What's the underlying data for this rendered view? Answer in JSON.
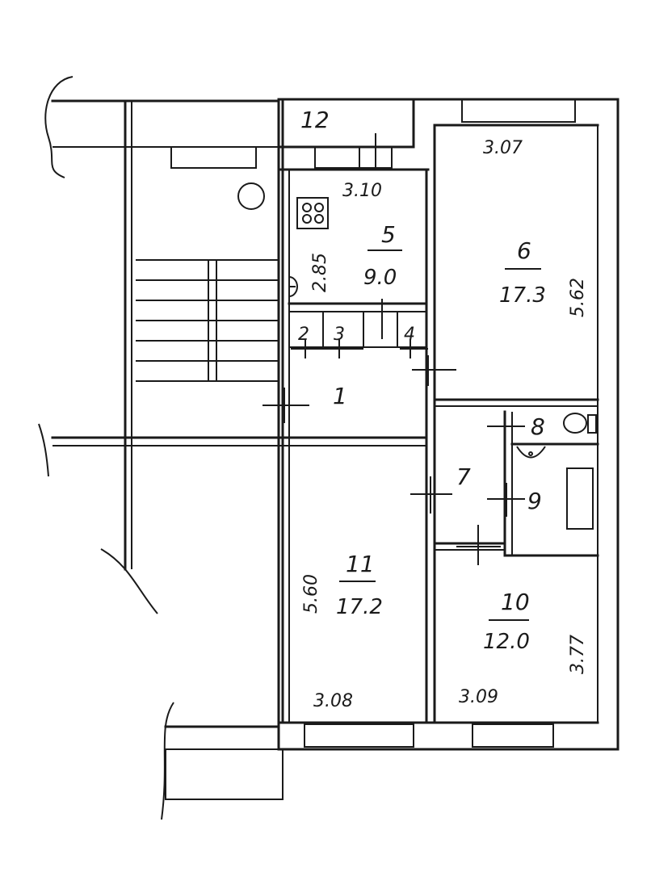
{
  "rooms": {
    "r1": {
      "num": "1"
    },
    "r2": {
      "num": "2"
    },
    "r3": {
      "num": "3"
    },
    "r4": {
      "num": "4"
    },
    "r5": {
      "num": "5",
      "area": "9.0"
    },
    "r6": {
      "num": "6",
      "area": "17.3"
    },
    "r7": {
      "num": "7"
    },
    "r8": {
      "num": "8"
    },
    "r9": {
      "num": "9"
    },
    "r10": {
      "num": "10",
      "area": "12.0"
    },
    "r11": {
      "num": "11",
      "area": "17.2"
    },
    "r12": {
      "num": "12"
    }
  },
  "dimensions": {
    "d_307": "3.07",
    "d_310": "3.10",
    "d_285": "2.85",
    "d_562": "5.62",
    "d_560": "5.60",
    "d_377": "3.77",
    "d_308": "3.08",
    "d_309": "3.09"
  }
}
